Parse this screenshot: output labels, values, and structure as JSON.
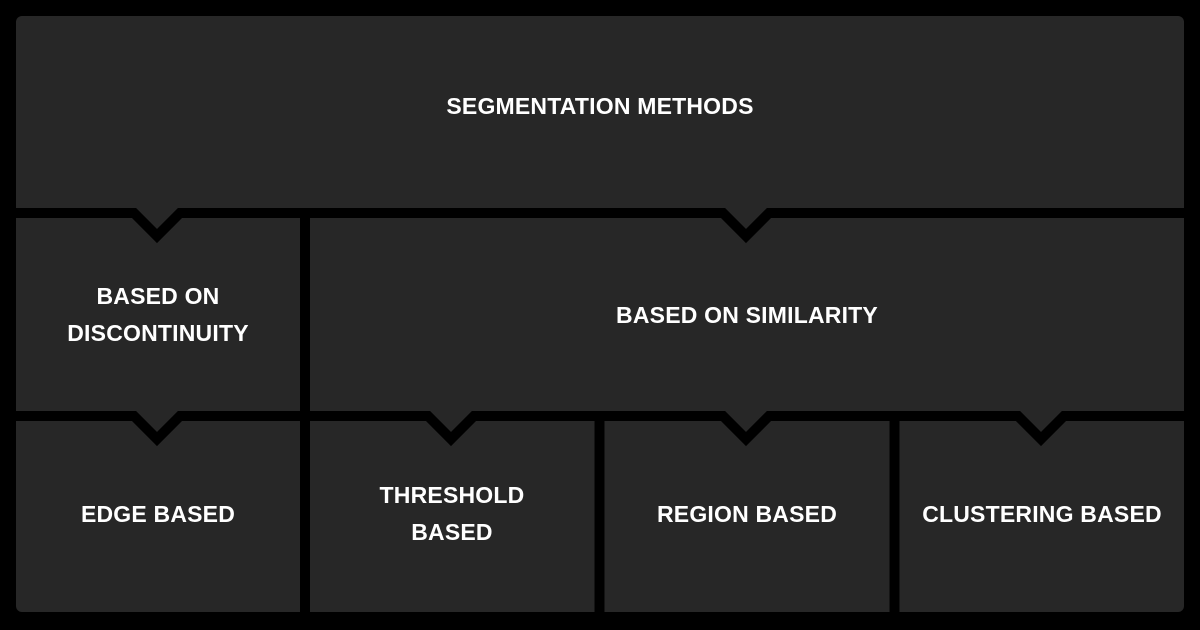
{
  "colors": {
    "background": "#000000",
    "box": "#272727",
    "text": "#ffffff"
  },
  "root": {
    "label": "SEGMENTATION METHODS"
  },
  "level2": [
    {
      "label": "BASED ON DISCONTINUITY"
    },
    {
      "label": "BASED ON SIMILARITY"
    }
  ],
  "level3": [
    {
      "label": "EDGE BASED"
    },
    {
      "label": "THRESHOLD BASED"
    },
    {
      "label": "REGION BASED"
    },
    {
      "label": "CLUSTERING BASED"
    }
  ]
}
